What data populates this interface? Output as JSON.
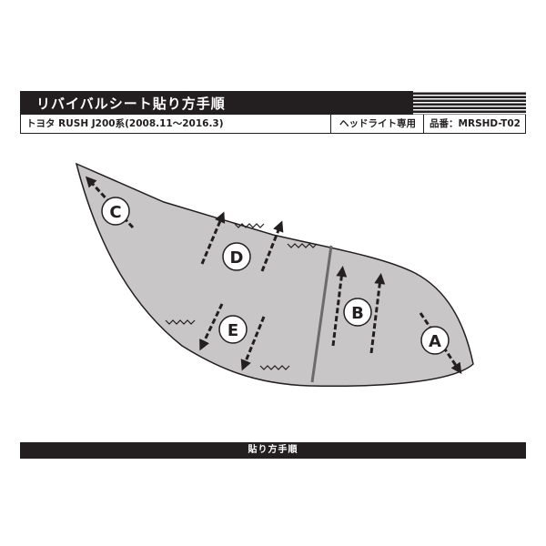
{
  "header": {
    "title": "リバイバルシート貼り方手順",
    "vehicle": "トヨタ RUSH J200系(2008.11～2016.3)",
    "product_type": "ヘッドライト専用",
    "part_number": "品番：MRSHD-T02"
  },
  "diagram": {
    "labels": [
      "A",
      "B",
      "C",
      "D",
      "E"
    ]
  },
  "footer": {
    "section_title": "貼り方手順"
  },
  "colors": {
    "bar": "#231f20",
    "lens_fill": "#c8c6c6",
    "divider": "#6b6b6b"
  }
}
